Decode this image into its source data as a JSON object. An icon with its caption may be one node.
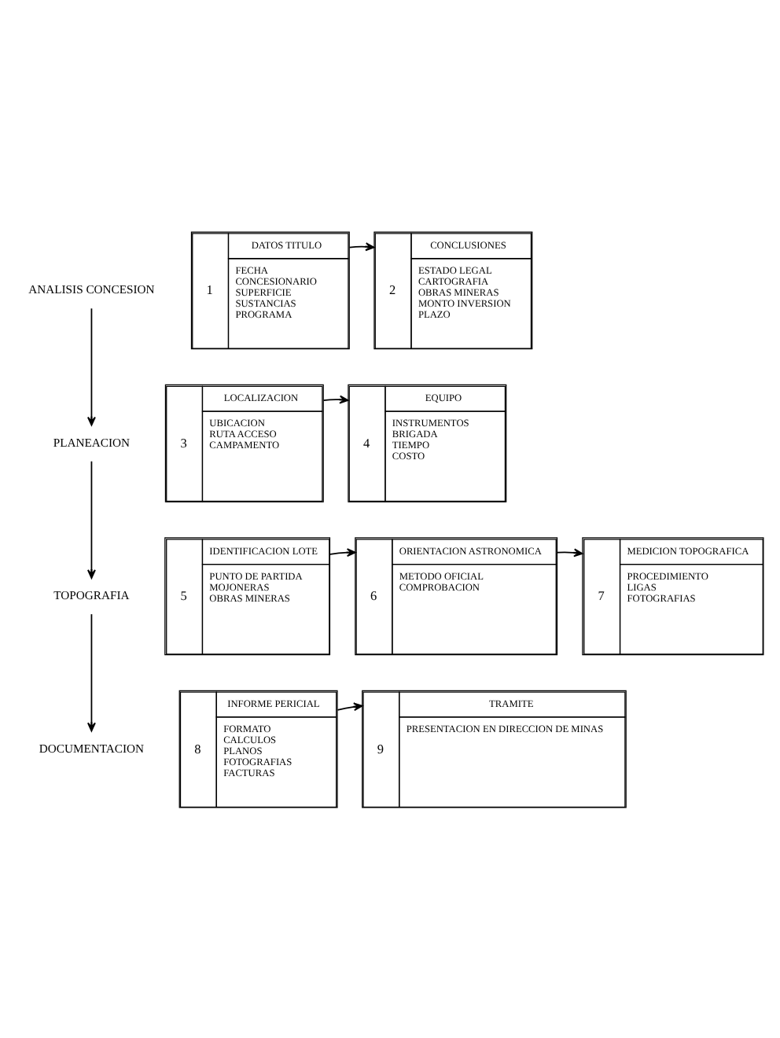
{
  "diagram": {
    "nodes": [
      {
        "text": [
          "ANALISIS CONCESION"
        ]
      },
      {
        "text": [
          "1",
          "DATOS TITULO",
          "FECHA",
          "CONCESIONARIO",
          "SUPERFICIE",
          "SUSTANCIAS",
          "PROGRAMA"
        ]
      },
      {
        "text": [
          "2",
          "CONCLUSIONES",
          "ESTADO LEGAL",
          "CARTOGRAFIA",
          "OBRAS MINERAS",
          "MONTO INVERSION",
          "PLAZO"
        ]
      },
      {
        "text": [
          "PLANEACION"
        ]
      },
      {
        "text": [
          "3",
          "LOCALIZACION",
          "UBICACION",
          "RUTA ACCESO",
          "CAMPAMENTO"
        ]
      },
      {
        "text": [
          "4",
          "EQUIPO",
          "INSTRUMENTOS",
          "BRIGADA",
          "TIEMPO",
          "COSTO"
        ]
      },
      {
        "text": [
          "TOPOGRAFIA"
        ]
      },
      {
        "text": [
          "5",
          "IDENTIFICACION LOTE",
          "PUNTO DE PARTIDA",
          "MOJONERAS",
          "OBRAS MINERAS"
        ]
      },
      {
        "text": [
          "6",
          "ORIENTACION ASTRONOMICA",
          "METODO OFICIAL",
          "COMPROBACION"
        ]
      },
      {
        "text": [
          "7",
          "MEDICION TOPOGRAFICA",
          "PROCEDIMIENTO",
          "LIGAS",
          "FOTOGRAFIAS"
        ]
      },
      {
        "text": [
          "DOCUMENTACION"
        ]
      },
      {
        "text": [
          "8",
          "INFORME PERICIAL",
          "FORMATO",
          "CALCULOS",
          "PLANOS",
          "FOTOGRAFIAS",
          "FACTURAS"
        ]
      },
      {
        "text": [
          "9",
          "TRAMITE",
          "PRESENTACION EN DIRECCION DE MINAS"
        ]
      }
    ],
    "edges": [
      {
        "from": 0,
        "to": 3,
        "arrow": "to"
      },
      {
        "from": 1,
        "to": 2,
        "arrow": "to"
      },
      {
        "from": 4,
        "to": 5,
        "arrow": "to"
      },
      {
        "from": 3,
        "to": 6,
        "arrow": "to"
      },
      {
        "from": 7,
        "to": 8,
        "arrow": "to"
      },
      {
        "from": 8,
        "to": 9,
        "arrow": "to"
      },
      {
        "from": 6,
        "to": 10,
        "arrow": "to"
      },
      {
        "from": 11,
        "to": 12,
        "arrow": "to"
      }
    ]
  }
}
